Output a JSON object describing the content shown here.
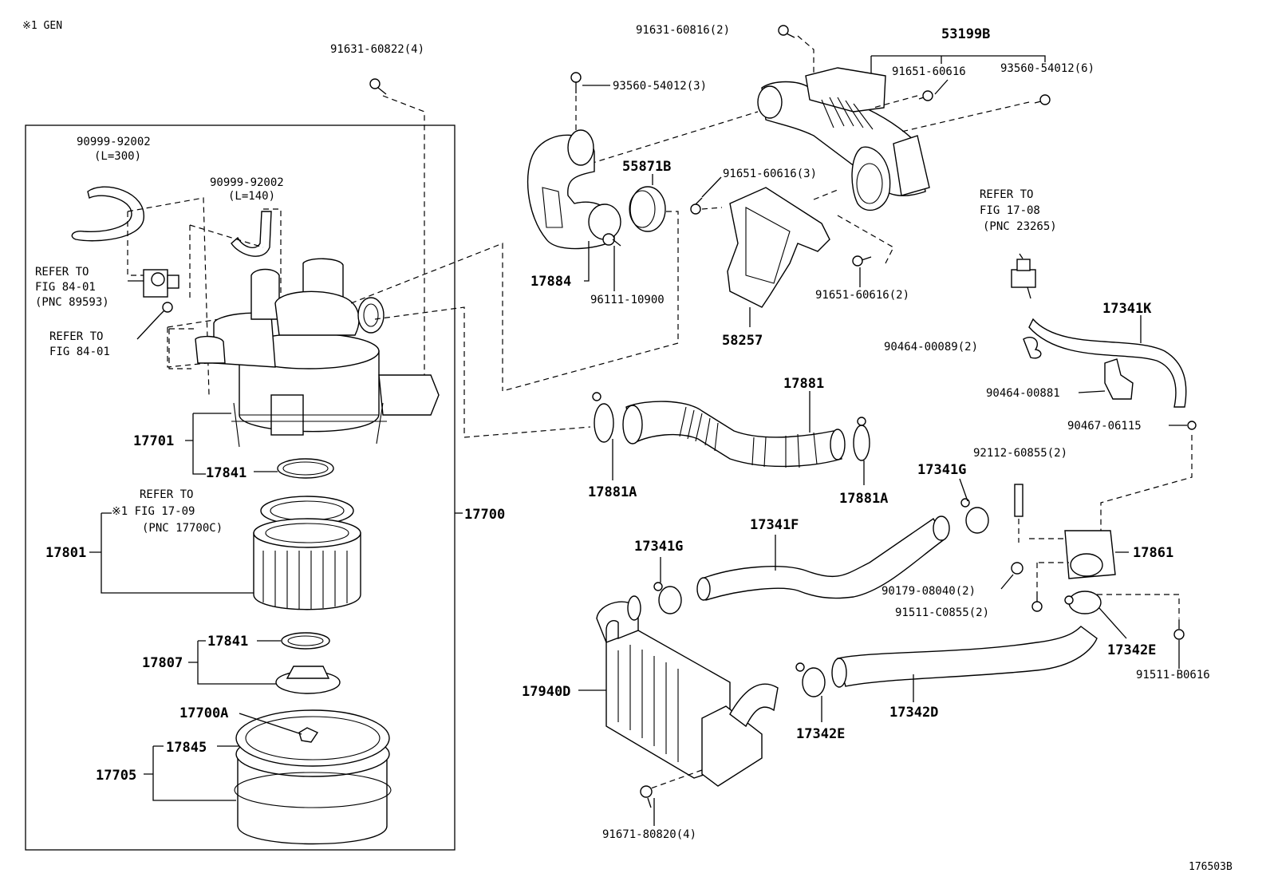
{
  "header": {
    "note": "※1  GEN"
  },
  "footer": {
    "figure_id": "176503B"
  },
  "labels": {
    "p_91631_60822": "91631-60822(4)",
    "p_90999_300": "90999-92002",
    "p_l300": "(L=300)",
    "p_90999_140": "90999-92002",
    "p_l140": "(L=140)",
    "ref1_a": "REFER TO",
    "ref1_b": "FIG 84-01",
    "ref1_c": "(PNC 89593)",
    "ref2_a": "REFER TO",
    "ref2_b": "FIG 84-01",
    "p_17701": "17701",
    "p_17841a": "17841",
    "ref3_a": "REFER TO",
    "ref3_b": "※1 FIG 17-09",
    "ref3_c": "(PNC 17700C)",
    "p_17700": "17700",
    "p_17801": "17801",
    "p_17841b": "17841",
    "p_17807": "17807",
    "p_17700A": "17700A",
    "p_17845": "17845",
    "p_17705": "17705",
    "p_91631_60816": "91631-60816(2)",
    "p_53199B": "53199B",
    "p_93560_3": "93560-54012(3)",
    "p_91651_60616": "91651-60616",
    "p_93560_6": "93560-54012(6)",
    "p_55871B": "55871B",
    "p_91651_3": "91651-60616(3)",
    "p_17884": "17884",
    "p_96111": "96111-10900",
    "p_91651_2": "91651-60616(2)",
    "p_58257": "58257",
    "ref4_a": "REFER TO",
    "ref4_b": "FIG 17-08",
    "ref4_c": "(PNC 23265)",
    "p_17341K": "17341K",
    "p_90464_00089": "90464-00089(2)",
    "p_90464_00881": "90464-00881",
    "p_17881": "17881",
    "p_90467": "90467-06115",
    "p_17881A_l": "17881A",
    "p_17881A_r": "17881A",
    "p_92112": "92112-60855(2)",
    "p_17341G_r": "17341G",
    "p_17341F": "17341F",
    "p_17341G_l": "17341G",
    "p_17861": "17861",
    "p_90179": "90179-08040(2)",
    "p_91511_c": "91511-C0855(2)",
    "p_17342E_r": "17342E",
    "p_17940D": "17940D",
    "p_17342E_l": "17342E",
    "p_17342D": "17342D",
    "p_91511_b": "91511-B0616",
    "p_91671": "91671-80820(4)"
  }
}
